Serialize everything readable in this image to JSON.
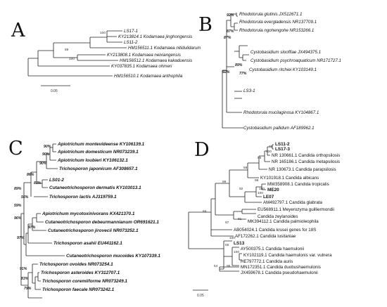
{
  "panels": {
    "A": {
      "letter": "A",
      "leaves": [
        "LS17-1",
        "KY213814.1 Kodamaea jinghongensis",
        "LS11-2",
        "HM156511.1 Kodamaea nitidulidarum",
        "KY213808.1 Kodamaea neixiangensis",
        "HM156512.1 Kodamaea kakaduensis",
        "KY037835.1 Kodamaea ohmeri",
        "HM156510.1 Kodamaea anthophila"
      ],
      "bootstrap": [
        "100",
        "69",
        "100"
      ],
      "scale": "0.05"
    },
    "B": {
      "letter": "B",
      "leaves": [
        "Rhodotorula glutinis JX512671.1",
        "Rhodotorula evergladensis NR137709.1",
        "Rhodotorula ngohengohe NR153266.1",
        "Cystobasidium slooffiae JX494375.1",
        "Cystobasidium psychroaquaticum NR171727.1",
        "Cystobasidium ritchiei KY103149.1",
        "LS3-1",
        "Rhodotorula mucilaginosa KY104867.1",
        "Cystobasidium pallidum AF189962.1"
      ],
      "bootstrap": [
        "92%",
        "87%",
        "87%",
        "89%",
        "77%",
        "92%"
      ]
    },
    "C": {
      "letter": "C",
      "leaves": [
        "Apiotrichum montevideense KY106139.1",
        "Apiotrichum domesticum NR073239.1",
        "Apiotrichum loubieri KY106132.1",
        "Trichosporon japonicum AF308657.1",
        "LS01-2",
        "Cutaneotrichosporon dermatis KY103013.1",
        "Trichosporon lactis AJ319759.1",
        "Apiotrichum mycotoxinivorans KX421370.1",
        "Cutaneotrichosporon debeurmannianum OR691621.1",
        "Cutaneotrichosporon jirovecii NR073252.1",
        "Trichosporon asahii EU441162.1",
        "Cutaneotrichosporon mucoides KY107339.1",
        "Trichosporon ovoides NR073254.1",
        "Trichosporon asteroides KY312707.1",
        "Trichosporon coremiiforme NR073249.1",
        "Trichosporon faecale NR073242.1"
      ],
      "bootstrap": [
        "90%",
        "90%",
        "90%",
        "86%",
        "83%",
        "89%",
        "56%",
        "59%",
        "96%",
        "97%",
        "97%",
        "91%",
        "83%",
        "79%"
      ]
    },
    "D": {
      "letter": "D",
      "leaves": [
        "LS11-2",
        "LS17-3",
        "NR 130661.1 Candida orthopsilosis",
        "NR 165186.1 Candida metapsilosis",
        "NR 130673.1 Candida parapsilosis",
        "KY101918.1 Candida albicans",
        "MW358908.1 Candida tropicalis",
        "ME20",
        "LE07",
        "AM492797.1 Candida glabrata",
        "EU568911.1 Meyerozyma guilliermondii",
        "Candida zeylanoides",
        "MK394112.1 Candida palmioleophila",
        "AB054024.1 Candida krusei genes for 18S",
        "AF172262.1 Candida lusitaniae",
        "LS13",
        "AY500375.1 Candida haemulonii",
        "KY102119.1 Candida haemulonis var. vulnera",
        "HE797772.1 Candida auris",
        "MN172351.1 Candida duobushaemulonis",
        "JX459678.1 Candida pseudohaemulonii"
      ],
      "bootstrap": [
        "70",
        "100",
        "96",
        "58",
        "100",
        "98",
        "100",
        "92",
        "99",
        "81",
        "84",
        "100",
        "97",
        "55",
        "100",
        "96",
        "54"
      ],
      "scale": "0.05"
    }
  }
}
